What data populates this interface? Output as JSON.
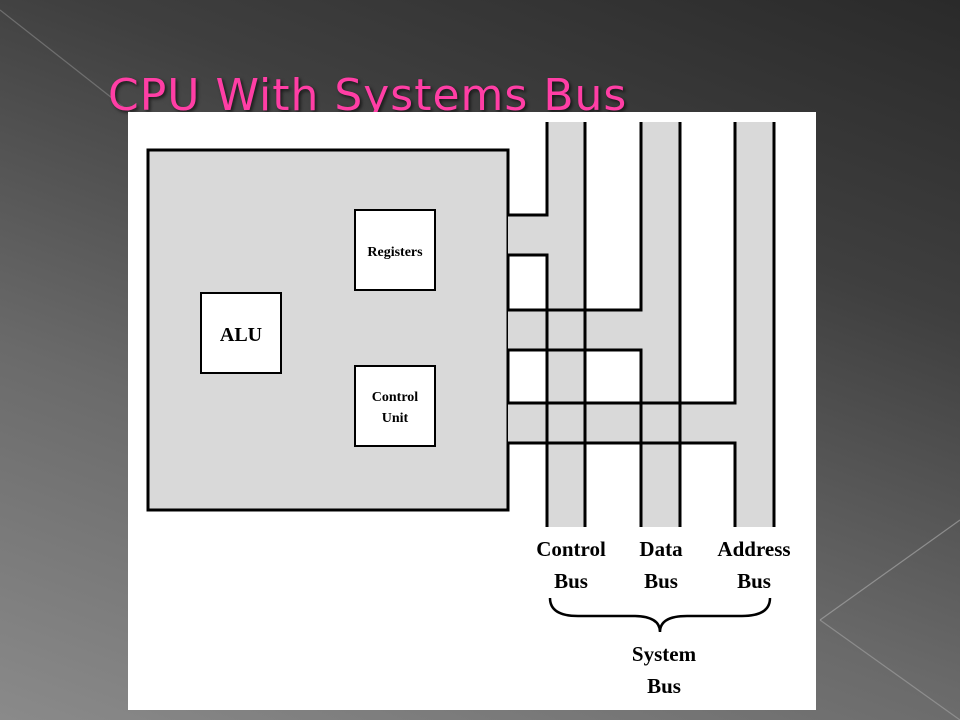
{
  "slide": {
    "title": "CPU With Systems Bus",
    "title_color": "#ff3ea5"
  },
  "diagram": {
    "cpu_fill": "#d9d9d9",
    "bus_fill": "#d9d9d9",
    "components": {
      "alu": "ALU",
      "registers": "Registers",
      "control_unit_line1": "Control",
      "control_unit_line2": "Unit"
    },
    "buses": {
      "control_line1": "Control",
      "control_line2": "Bus",
      "data_line1": "Data",
      "data_line2": "Bus",
      "address_line1": "Address",
      "address_line2": "Bus"
    },
    "system_bus": {
      "line1": "System",
      "line2": "Bus"
    }
  }
}
